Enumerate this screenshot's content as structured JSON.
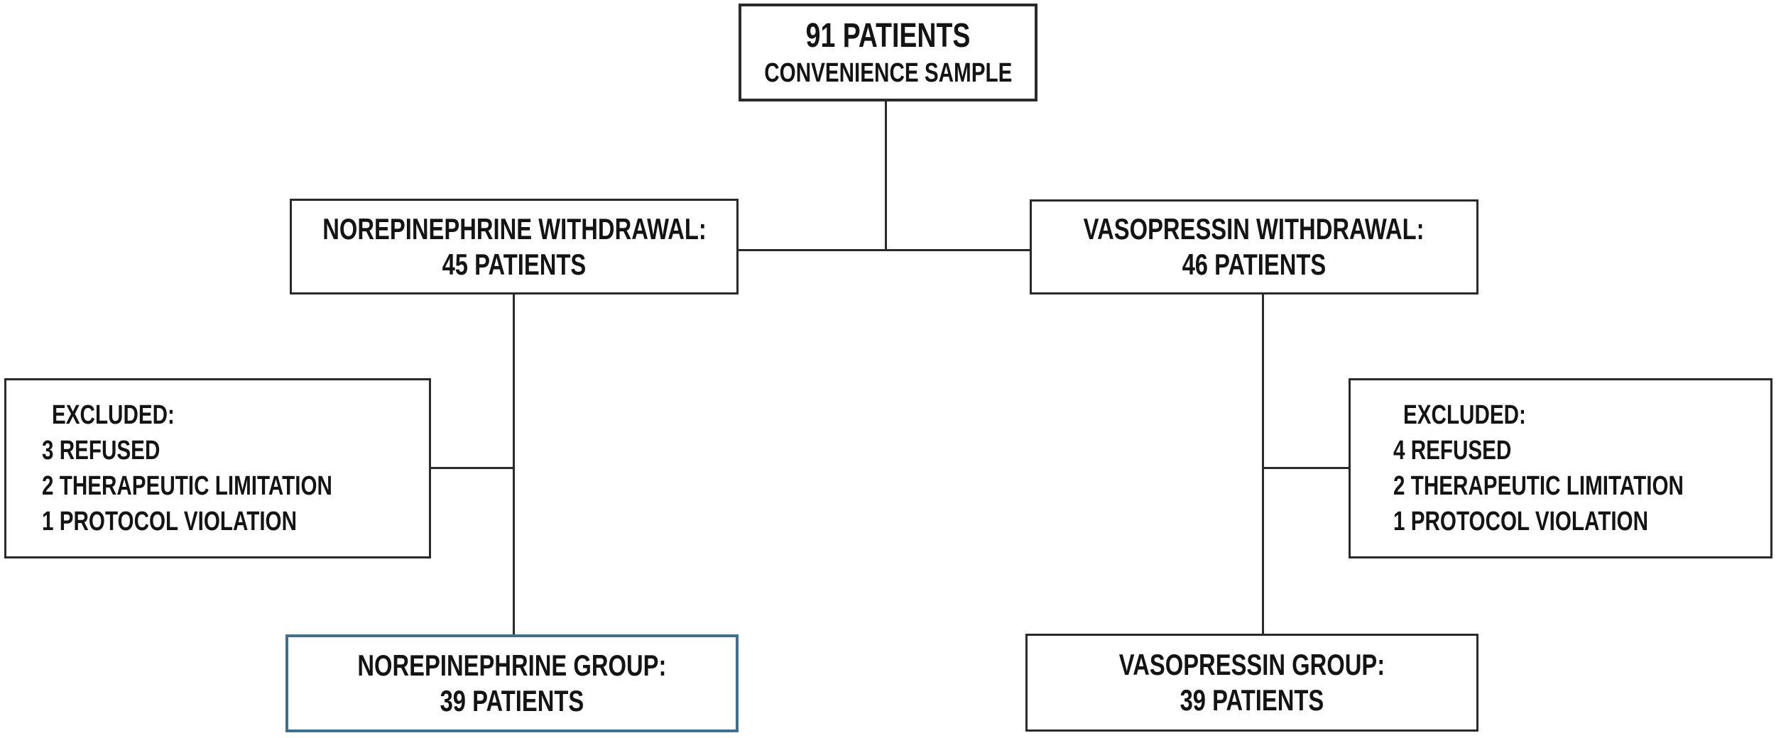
{
  "diagram": {
    "kind": "patient-enrollment-flowchart",
    "colors": {
      "box_border": "#2a2a2a",
      "connector_line": "#2a2a2a",
      "text": "#141414",
      "highlight_box_border": "#41708f",
      "background": "#ffffff"
    },
    "nodes": {
      "total": {
        "line1": "91 PATIENTS",
        "line2": "CONVENIENCE SAMPLE"
      },
      "norepinephrine_withdrawal": {
        "line1": "NOREPINEPHRINE WITHDRAWAL:",
        "line2": "45 PATIENTS"
      },
      "vasopressin_withdrawal": {
        "line1": "VASOPRESSIN WITHDRAWAL:",
        "line2": "46 PATIENTS"
      },
      "norepinephrine_excluded": {
        "header": "EXCLUDED:",
        "items": [
          "3 REFUSED",
          "2 THERAPEUTIC LIMITATION",
          "1 PROTOCOL VIOLATION"
        ]
      },
      "vasopressin_excluded": {
        "header": "EXCLUDED:",
        "items": [
          "4 REFUSED",
          "2 THERAPEUTIC LIMITATION",
          "1 PROTOCOL VIOLATION"
        ]
      },
      "norepinephrine_group": {
        "line1": "NOREPINEPHRINE GROUP:",
        "line2": "39 PATIENTS"
      },
      "vasopressin_group": {
        "line1": "VASOPRESSIN GROUP:",
        "line2": "39 PATIENTS"
      }
    }
  }
}
